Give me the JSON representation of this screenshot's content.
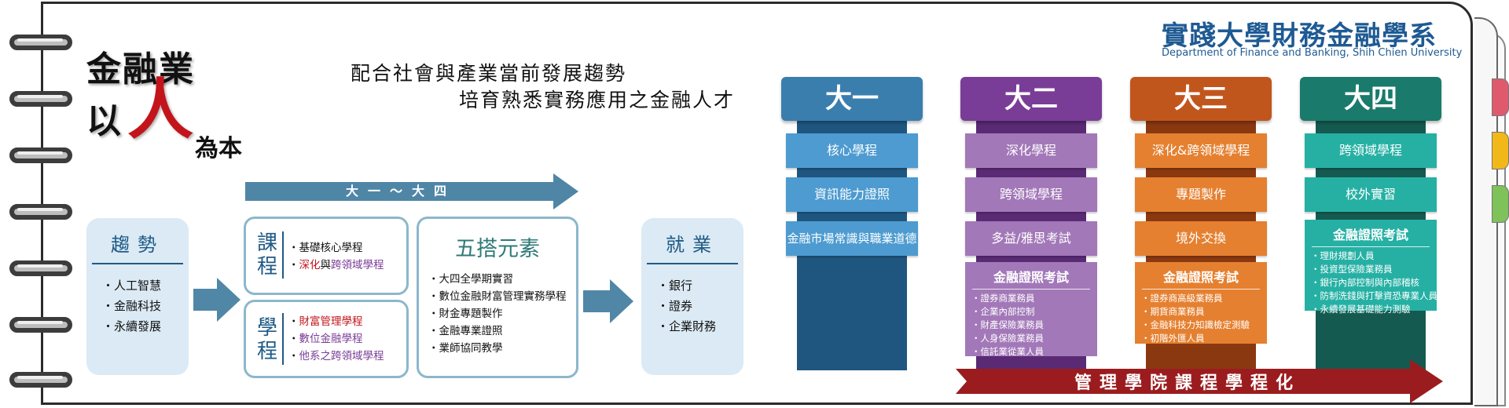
{
  "headline": {
    "line1": "金融業",
    "line2a": "以",
    "line2b": "人",
    "line2c": "為本"
  },
  "slogan": {
    "line1": "配合社會與產業當前發展趨勢",
    "line2": "培育熟悉實務應用之金融人才"
  },
  "university": {
    "name_zh": "實踐大學財務金融學系",
    "name_en": "Department of Finance and Banking, Shih Chien University"
  },
  "flow": {
    "years_label": "大一～大四",
    "trend": {
      "title": "趨勢",
      "items": [
        "人工智慧",
        "金融科技",
        "永續發展"
      ]
    },
    "course": {
      "side": "課程",
      "items": [
        {
          "parts": [
            {
              "text": "基礎核心學程",
              "color": "#111111"
            }
          ]
        },
        {
          "parts": [
            {
              "text": "深化",
              "color": "#c3141b"
            },
            {
              "text": "與",
              "color": "#111111"
            },
            {
              "text": "跨領域學程",
              "color": "#7a3d97"
            }
          ]
        }
      ]
    },
    "program": {
      "side": "學程",
      "items": [
        {
          "text": "財富管理學程",
          "color": "#c3141b"
        },
        {
          "text": "數位金融學程",
          "color": "#7a3d97"
        },
        {
          "text": "他系之跨領域學程",
          "color": "#7a3d97"
        }
      ]
    },
    "five": {
      "title": "五搭元素",
      "items": [
        "大四全學期實習",
        "數位金融財富管理實務學程",
        "財金專題製作",
        "金融專業證照",
        "業師協同教學"
      ]
    },
    "employment": {
      "title": "就業",
      "items": [
        "銀行",
        "證券",
        "企業財務"
      ]
    }
  },
  "years": [
    {
      "head": "大一",
      "color": "#3a7eae",
      "pillar": "#1f5680",
      "item_color": "#4d9bd0",
      "items": [
        "核心學程",
        "資訊能力證照",
        "金融市場常識與職業道德"
      ],
      "cert": null
    },
    {
      "head": "大二",
      "color": "#7a3d97",
      "pillar": "#5a2a75",
      "item_color": "#a278b8",
      "items": [
        "深化學程",
        "跨領域學程",
        "多益/雅思考試"
      ],
      "cert": {
        "title": "金融證照考試",
        "items": [
          "證券商業務員",
          "企業內部控制",
          "財產保險業務員",
          "人身保險業務員",
          "信託業從業人員"
        ]
      }
    },
    {
      "head": "大三",
      "color": "#c1561d",
      "pillar": "#8a3810",
      "item_color": "#e58030",
      "items": [
        "深化&跨領域學程",
        "專題製作",
        "境外交換"
      ],
      "cert": {
        "title": "金融證照考試",
        "items": [
          "證券商高級業務員",
          "期貨商業務員",
          "金融科技力知識檢定測驗",
          "初階外匯人員"
        ]
      }
    },
    {
      "head": "大四",
      "color": "#1a7a6b",
      "pillar": "#145a50",
      "item_color": "#26b0a4",
      "items": [
        "跨領域學程",
        "校外實習"
      ],
      "cert": {
        "title": "金融證照考試",
        "items": [
          "理財規劃人員",
          "投資型保險業務員",
          "銀行內部控制與內部稽核",
          "防制洗錢與打擊資恐專業人員",
          "永續發展基礎能力測驗"
        ]
      }
    }
  ],
  "mgmt_label": "管理學院課程學程化",
  "colors": {
    "accent_blue": "#1e5a93",
    "arrow": "#4f86a6",
    "red_arrow": "#9b1c1f",
    "tab_red": "#e05a6e",
    "tab_yellow": "#f2b81a",
    "tab_green": "#7fc25a"
  }
}
